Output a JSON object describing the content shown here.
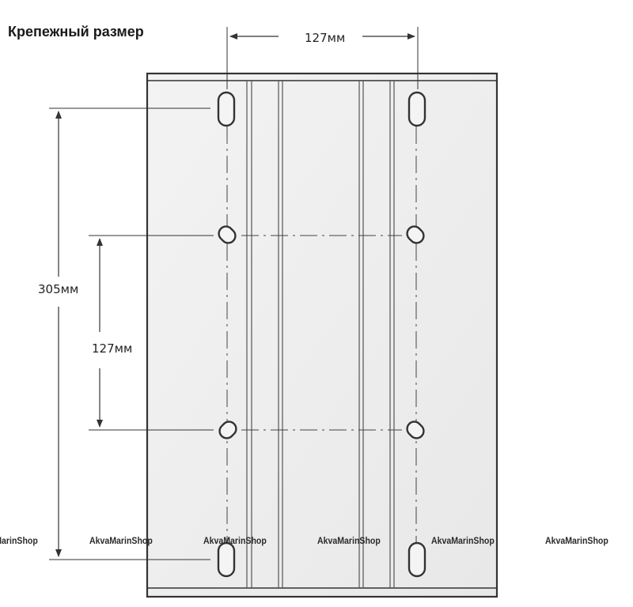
{
  "title": "Крепежный размер",
  "dimensions": {
    "top_spacing": "127мм",
    "outer_vertical": "305мм",
    "inner_vertical": "127мм"
  },
  "watermarks": [
    "AkvaMarinShop",
    "AkvaMarinShop",
    "AkvaMarinShop",
    "AkvaMarinShop",
    "AkvaMarinShop",
    "AkvaMarinShop"
  ],
  "colors": {
    "line": "#333333",
    "plate_fill": "#eeeeee",
    "slot_fill": "#f4f4f4"
  }
}
